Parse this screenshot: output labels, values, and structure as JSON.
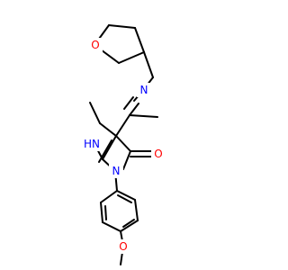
{
  "diagram": {
    "type": "chemical-structure",
    "colors": {
      "bond": "#000000",
      "oxygen": "#ff0000",
      "nitrogen": "#0000ff",
      "background": "#ffffff"
    },
    "atoms": {
      "thf_oxygen": "O",
      "imine_nitrogen": "N",
      "nh_nitrogen": "HN",
      "ring_nitrogen": "N",
      "carbonyl_oxygen": "O",
      "methoxy_oxygen": "O"
    }
  }
}
